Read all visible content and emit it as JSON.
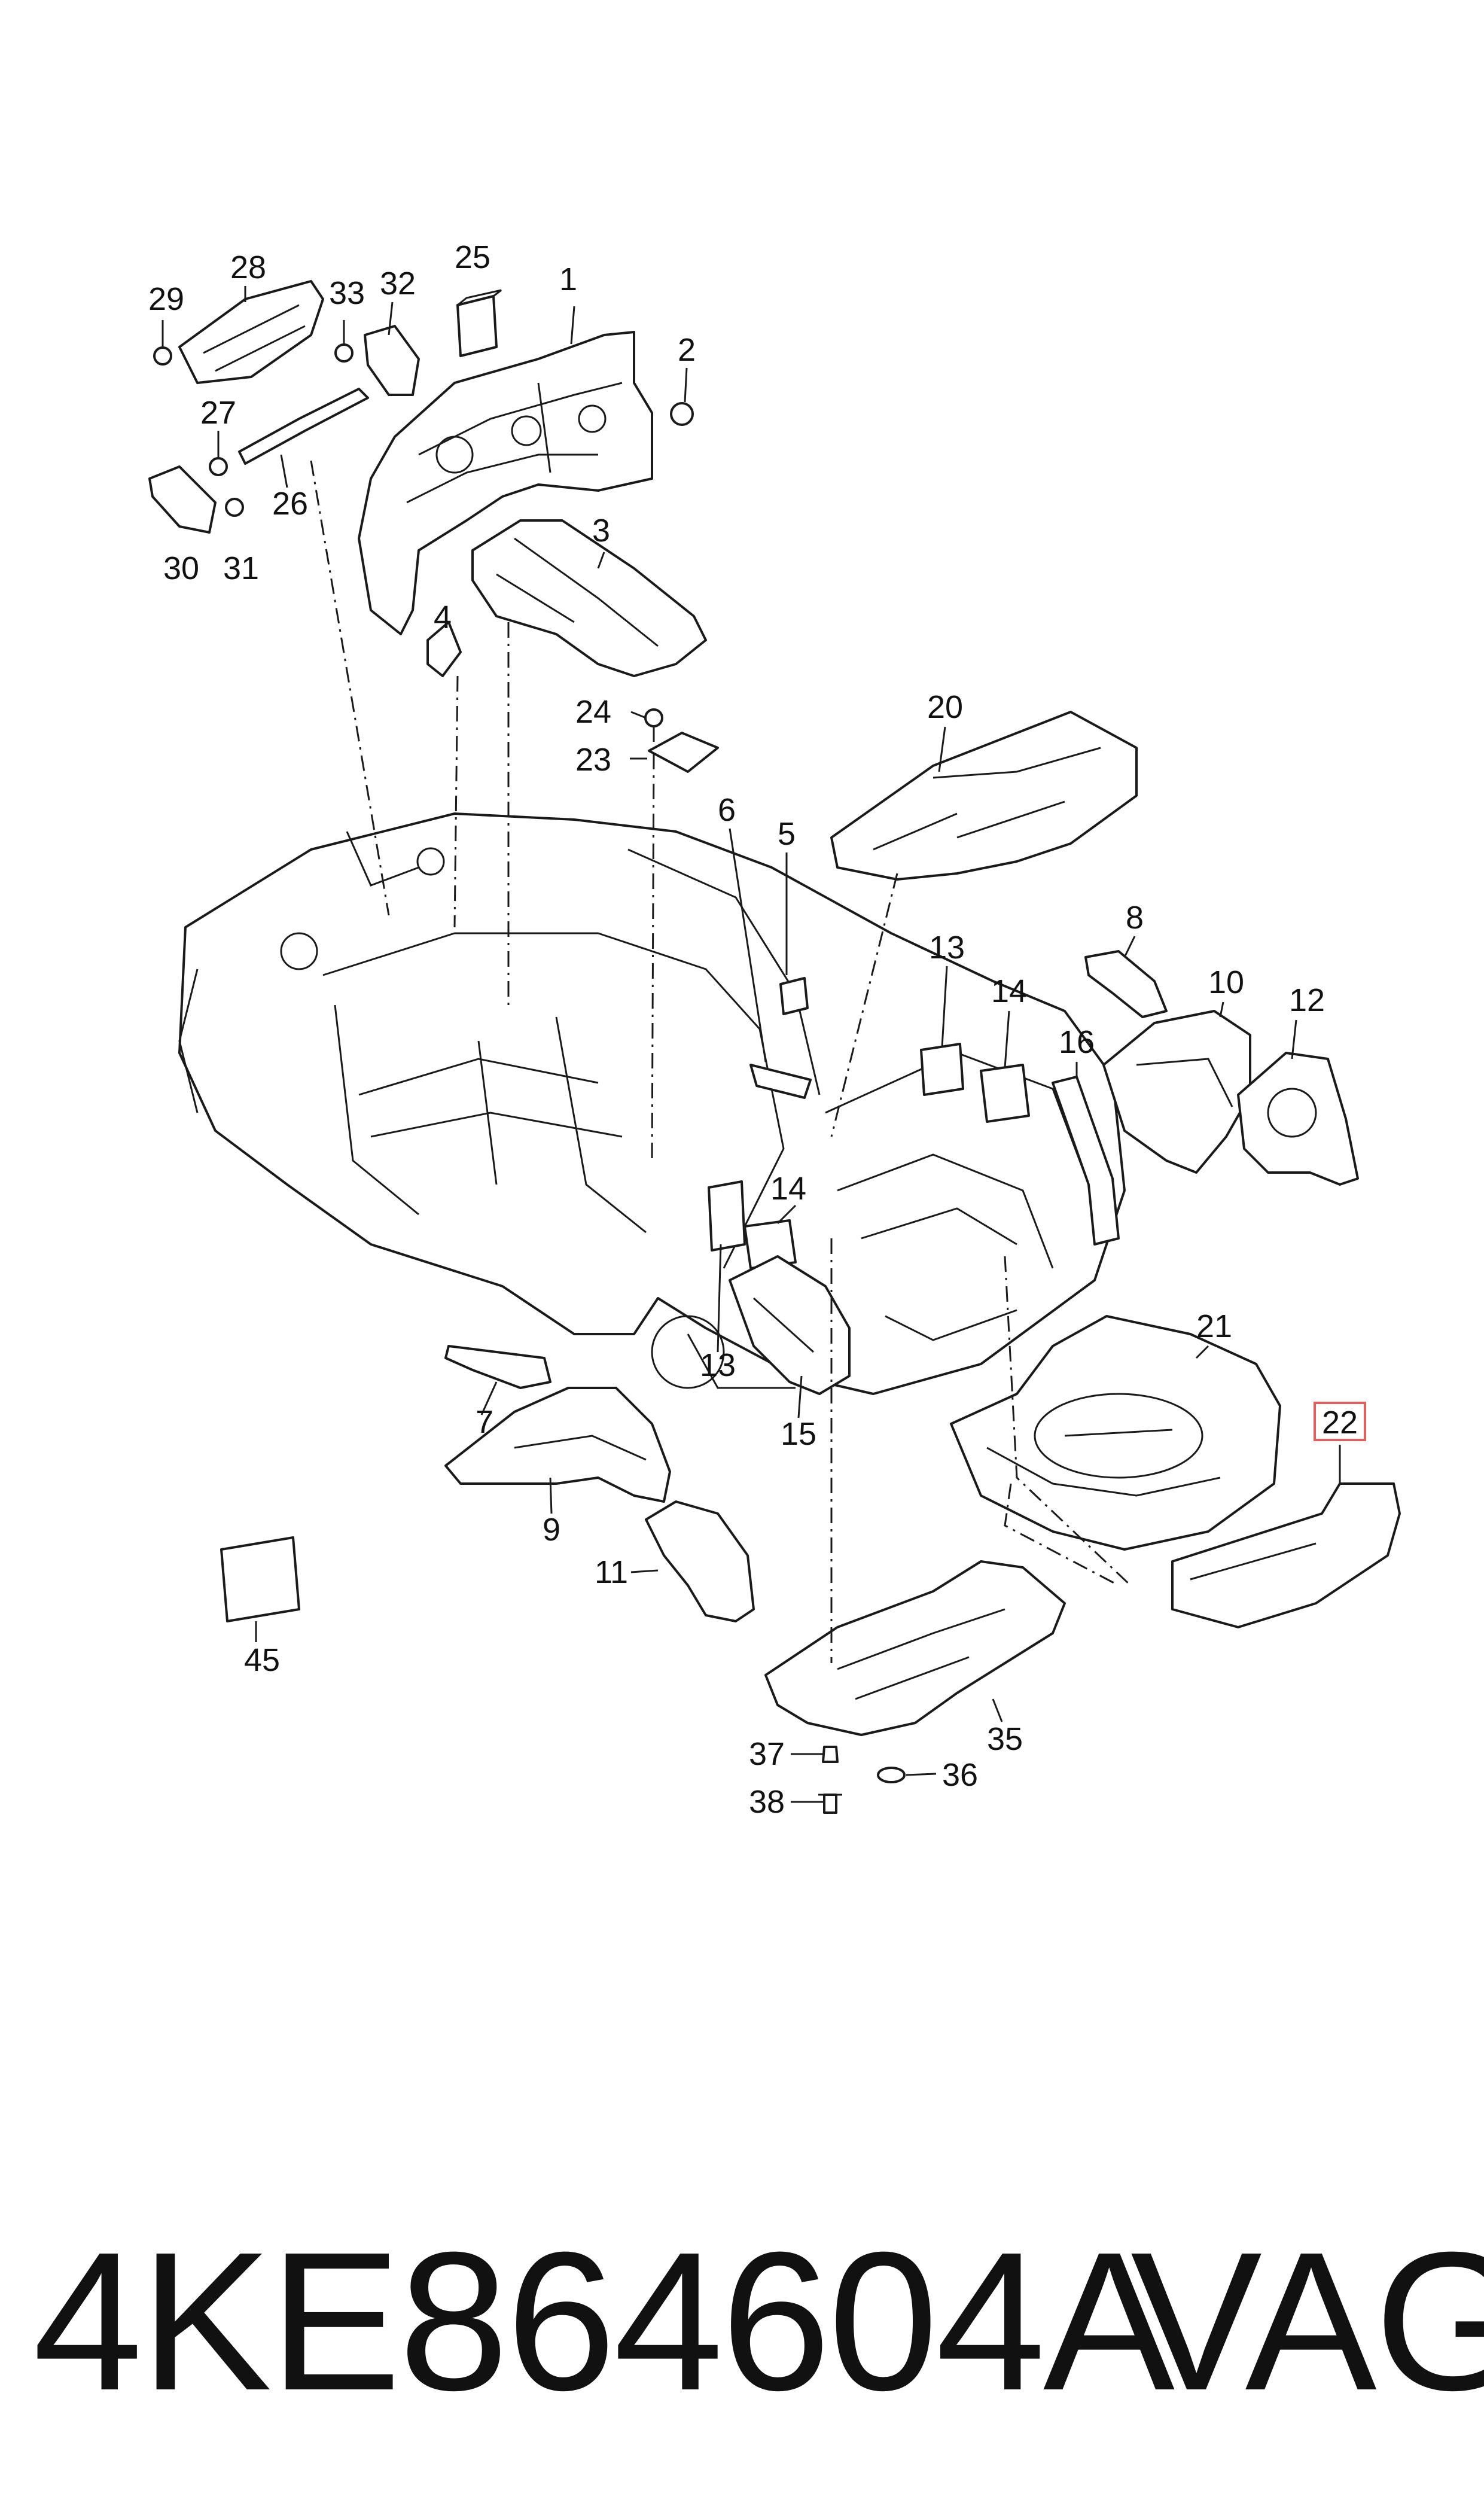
{
  "diagram": {
    "callouts": [
      "1",
      "2",
      "3",
      "4",
      "5",
      "6",
      "7",
      "8",
      "9",
      "10",
      "11",
      "12",
      "13",
      "13",
      "14",
      "14",
      "15",
      "16",
      "20",
      "21",
      "22",
      "23",
      "24",
      "25",
      "26",
      "27",
      "28",
      "29",
      "30",
      "31",
      "32",
      "33",
      "35",
      "36",
      "37",
      "38",
      "45"
    ],
    "highlighted_callout": "22",
    "highlight_color": "#e06060"
  },
  "footer": {
    "part_number": "4KE864604A",
    "brand": "VAG"
  }
}
